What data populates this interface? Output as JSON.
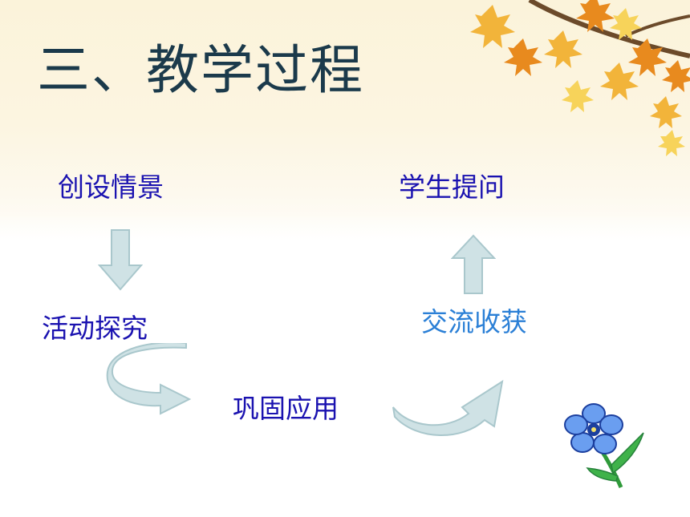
{
  "title": "三、教学过程",
  "steps": {
    "create_scene": "创设情景",
    "student_question": "学生提问",
    "activity_explore": "活动探究",
    "exchange_harvest": "交流收获",
    "consolidate_apply": "巩固应用"
  },
  "colors": {
    "title": "#1b3a4b",
    "step_dark": "#1a12b0",
    "step_light": "#2a7fd6",
    "arrow_fill": "#cfe2e5",
    "arrow_stroke": "#a9c7cc"
  },
  "icons": [
    "autumn-leaves-icon",
    "arrow-down-icon",
    "arrow-up-icon",
    "curved-arrow-right-icon",
    "curved-arrow-up-icon",
    "blue-flower-icon"
  ]
}
